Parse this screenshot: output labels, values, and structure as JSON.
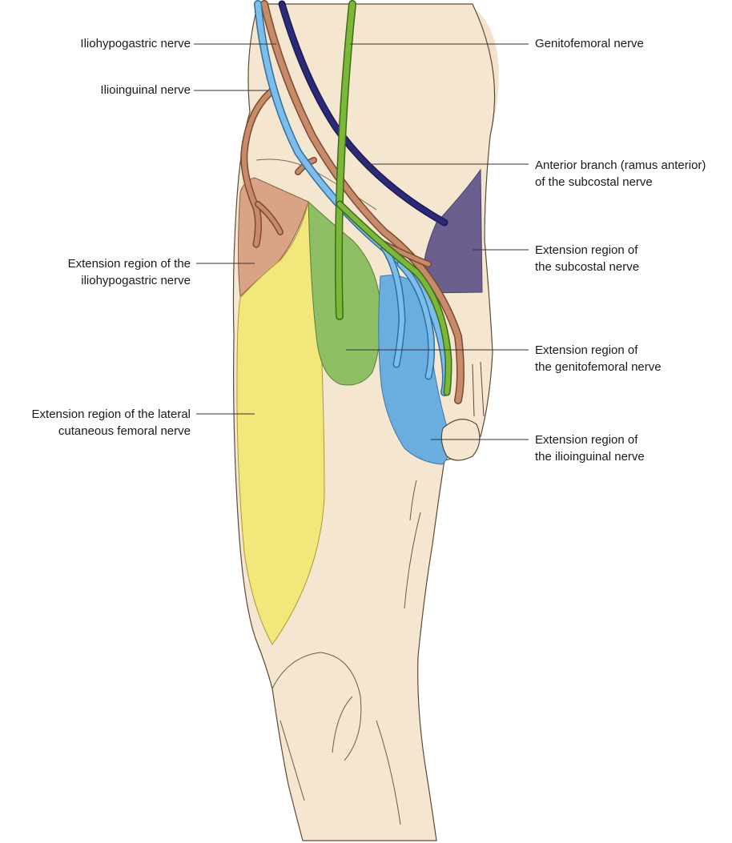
{
  "colors": {
    "skin": "#f5e6cf",
    "skin_outline": "#5a4a3a",
    "iliohypogastric_region": "#d9a486",
    "lateral_cutaneous_region": "#f2e77a",
    "genitofemoral_region": "#8fbf64",
    "subcostal_region": "#6b5f8e",
    "ilioinguinal_region": "#6aaee0",
    "nerve_green": "#7bb83a",
    "nerve_blue": "#7cbdea",
    "nerve_brown": "#c98a6a",
    "nerve_navy": "#2b2a78",
    "leader_line": "#333333"
  },
  "labels": {
    "iliohypogastric_nerve": "Iliohypogastric nerve",
    "ilioinguinal_nerve": "Ilioinguinal nerve",
    "genitofemoral_nerve": "Genitofemoral nerve",
    "anterior_branch_line1": "Anterior branch (ramus anterior)",
    "anterior_branch_line2": "of the subcostal nerve",
    "ext_iliohypogastric_line1": "Extension region of the",
    "ext_iliohypogastric_line2": "iliohypogastric nerve",
    "ext_subcostal_line1": "Extension region of",
    "ext_subcostal_line2": "the subcostal nerve",
    "ext_genitofemoral_line1": "Extension region of",
    "ext_genitofemoral_line2": "the genitofemoral nerve",
    "ext_lateral_line1": "Extension region of the lateral",
    "ext_lateral_line2": "cutaneous femoral nerve",
    "ext_ilioinguinal_line1": "Extension region of",
    "ext_ilioinguinal_line2": "the ilioinguinal nerve"
  }
}
